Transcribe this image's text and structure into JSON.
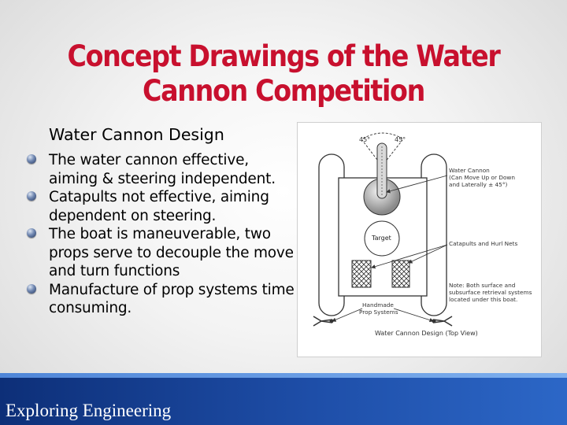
{
  "slide": {
    "title": "Concept Drawings of the Water Cannon Competition",
    "subheading": "Water Cannon Design",
    "bullets": [
      "The water cannon effective, aiming & steering independent.",
      "Catapults not effective, aiming dependent on steering.",
      "The boat is maneuverable, two props serve to decouple the move and turn functions",
      "Manufacture of prop systems time consuming."
    ],
    "footer": "Exploring Engineering"
  },
  "diagram": {
    "angle_left": "45°",
    "angle_right": "45°",
    "target_label": "Target",
    "cannon_callout": [
      "Water Cannon",
      "(Can Move Up or Down",
      "and Laterally ± 45°)"
    ],
    "catapult_callout": "Catapults and Hurl Nets",
    "note_callout": [
      "Note: Both surface and",
      "subsurface retrieval systems",
      "located under this boat."
    ],
    "prop_label": [
      "Handmade",
      "Prop Systems"
    ],
    "caption": "Water Cannon Design (Top View)"
  },
  "colors": {
    "title": "#c8102e",
    "footer": "#1e4ea8"
  }
}
